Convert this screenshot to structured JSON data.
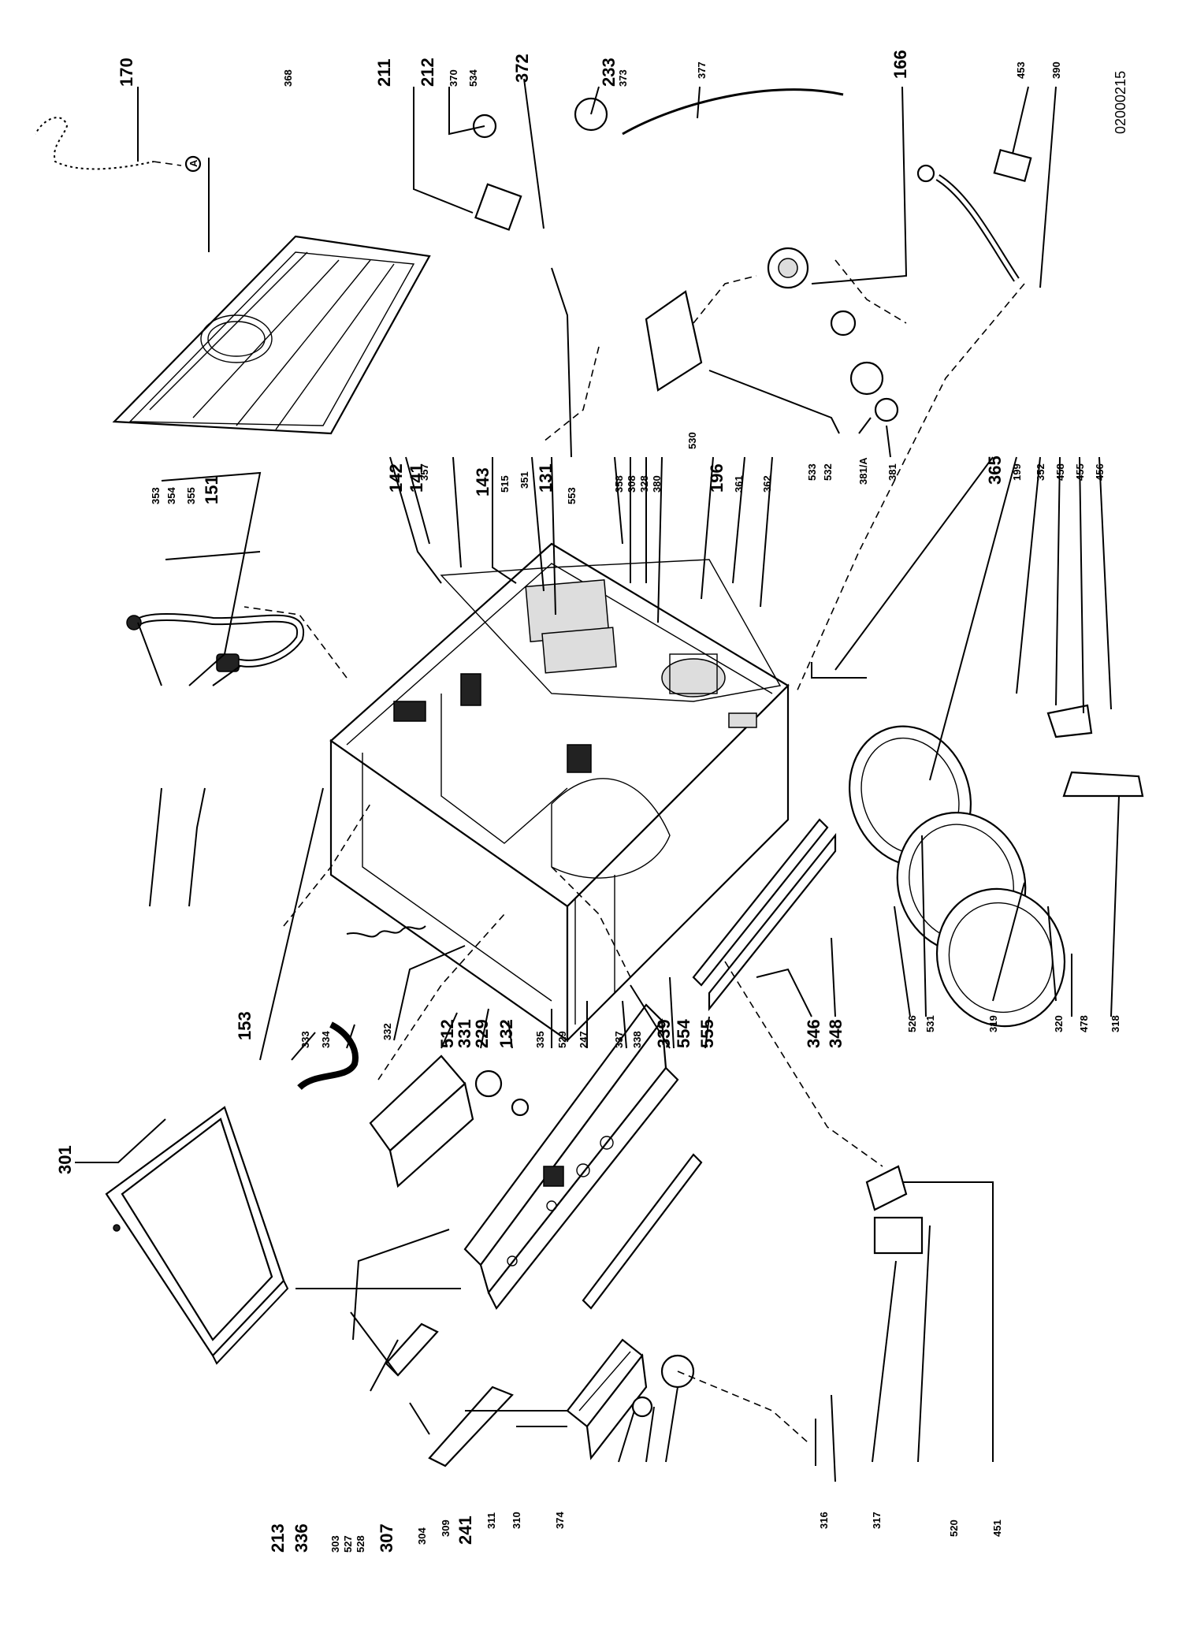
{
  "drawing_code": "02000215",
  "labels": {
    "l301": "301",
    "l213": "213",
    "l336": "336",
    "l303": "303",
    "l527": "527",
    "l528": "528",
    "l307": "307",
    "l304": "304",
    "l309": "309",
    "l241": "241",
    "l311": "311",
    "l310": "310",
    "l374": "374",
    "l316": "316",
    "l317": "317",
    "l520": "520",
    "l451": "451",
    "l333": "333",
    "l334": "334",
    "l332": "332",
    "l512": "512",
    "l331": "331",
    "l229": "229",
    "l132": "132",
    "l335": "335",
    "l529": "529",
    "l247": "247",
    "l337": "337",
    "l338": "338",
    "l339": "339",
    "l554": "554",
    "l555": "555",
    "l346": "346",
    "l348": "348",
    "l526": "526",
    "l531": "531",
    "l319": "319",
    "l320": "320",
    "l478": "478",
    "l318": "318",
    "l153": "153",
    "l353": "353",
    "l354": "354",
    "l355": "355",
    "l151": "151",
    "l142": "142",
    "l141": "141",
    "l357": "357",
    "l143": "143",
    "l515": "515",
    "l351": "351",
    "l131": "131",
    "l553": "553",
    "l358": "358",
    "l308": "308",
    "l328": "328",
    "l380": "380",
    "l196": "196",
    "l361": "361",
    "l362": "362",
    "l530": "530",
    "l533": "533",
    "l532": "532",
    "l381a": "381/A",
    "l381": "381",
    "l365": "365",
    "l199": "199",
    "l352": "352",
    "l458": "458",
    "l455": "455",
    "l456": "456",
    "l170": "170",
    "l368": "368",
    "l211": "211",
    "l212": "212",
    "l370": "370",
    "l534": "534",
    "l372": "372",
    "l233": "233",
    "l373": "373",
    "l377": "377",
    "l166": "166",
    "l453": "453",
    "l390": "390",
    "circle_a": "A"
  }
}
